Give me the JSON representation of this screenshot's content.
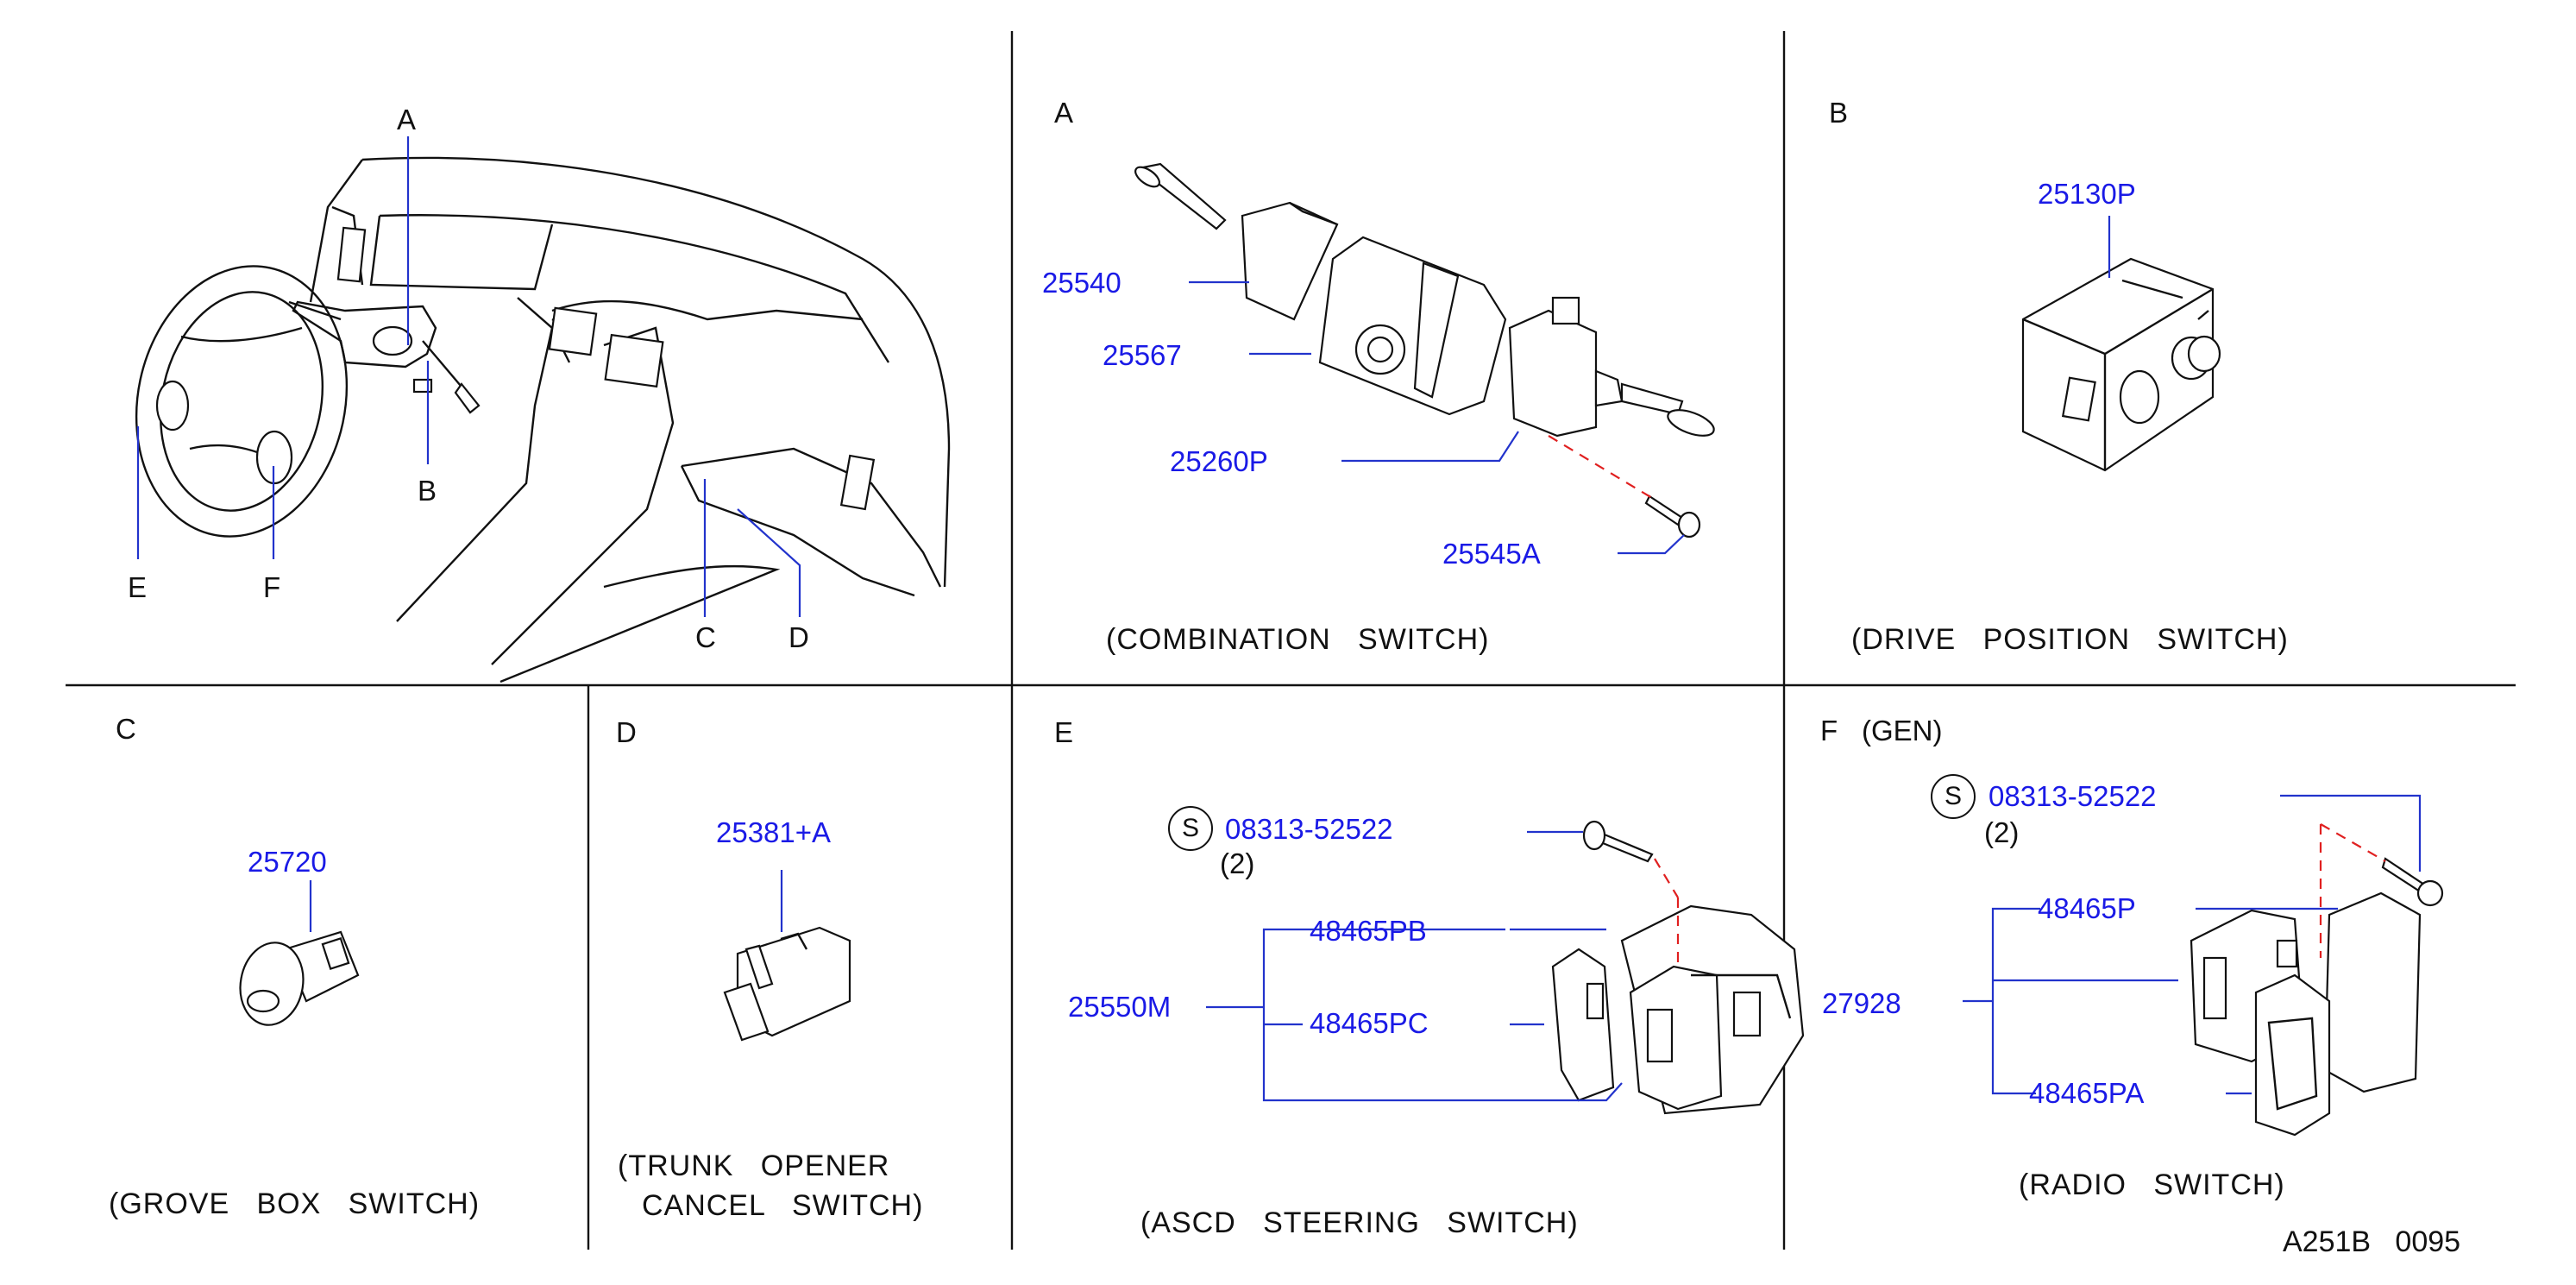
{
  "overview": {
    "callouts": [
      "A",
      "B",
      "C",
      "D",
      "E",
      "F"
    ]
  },
  "panel_a": {
    "letter": "A",
    "parts": [
      "25540",
      "25567",
      "25260P",
      "25545A"
    ],
    "caption": "(COMBINATION   SWITCH)"
  },
  "panel_b": {
    "letter": "B",
    "parts": [
      "25130P"
    ],
    "caption": "(DRIVE   POSITION   SWITCH)"
  },
  "panel_c": {
    "letter": "C",
    "parts": [
      "25720"
    ],
    "caption": "(GROVE   BOX   SWITCH)"
  },
  "panel_d": {
    "letter": "D",
    "parts": [
      "25381+A"
    ],
    "caption_line1": "(TRUNK   OPENER",
    "caption_line2": "CANCEL   SWITCH)"
  },
  "panel_e": {
    "letter": "E",
    "screw_symbol": "S",
    "screw_part": "08313-52522",
    "screw_qty": "(2)",
    "assembly": "25550M",
    "parts": [
      "48465PB",
      "48465PC"
    ],
    "caption": "(ASCD   STEERING   SWITCH)"
  },
  "panel_f": {
    "letter": "F",
    "variant": "(GEN)",
    "screw_symbol": "S",
    "screw_part": "08313-52522",
    "screw_qty": "(2)",
    "assembly": "27928",
    "parts": [
      "48465P",
      "48465PA"
    ],
    "caption": "(RADIO   SWITCH)"
  },
  "diagram_code": "A251B   0095"
}
